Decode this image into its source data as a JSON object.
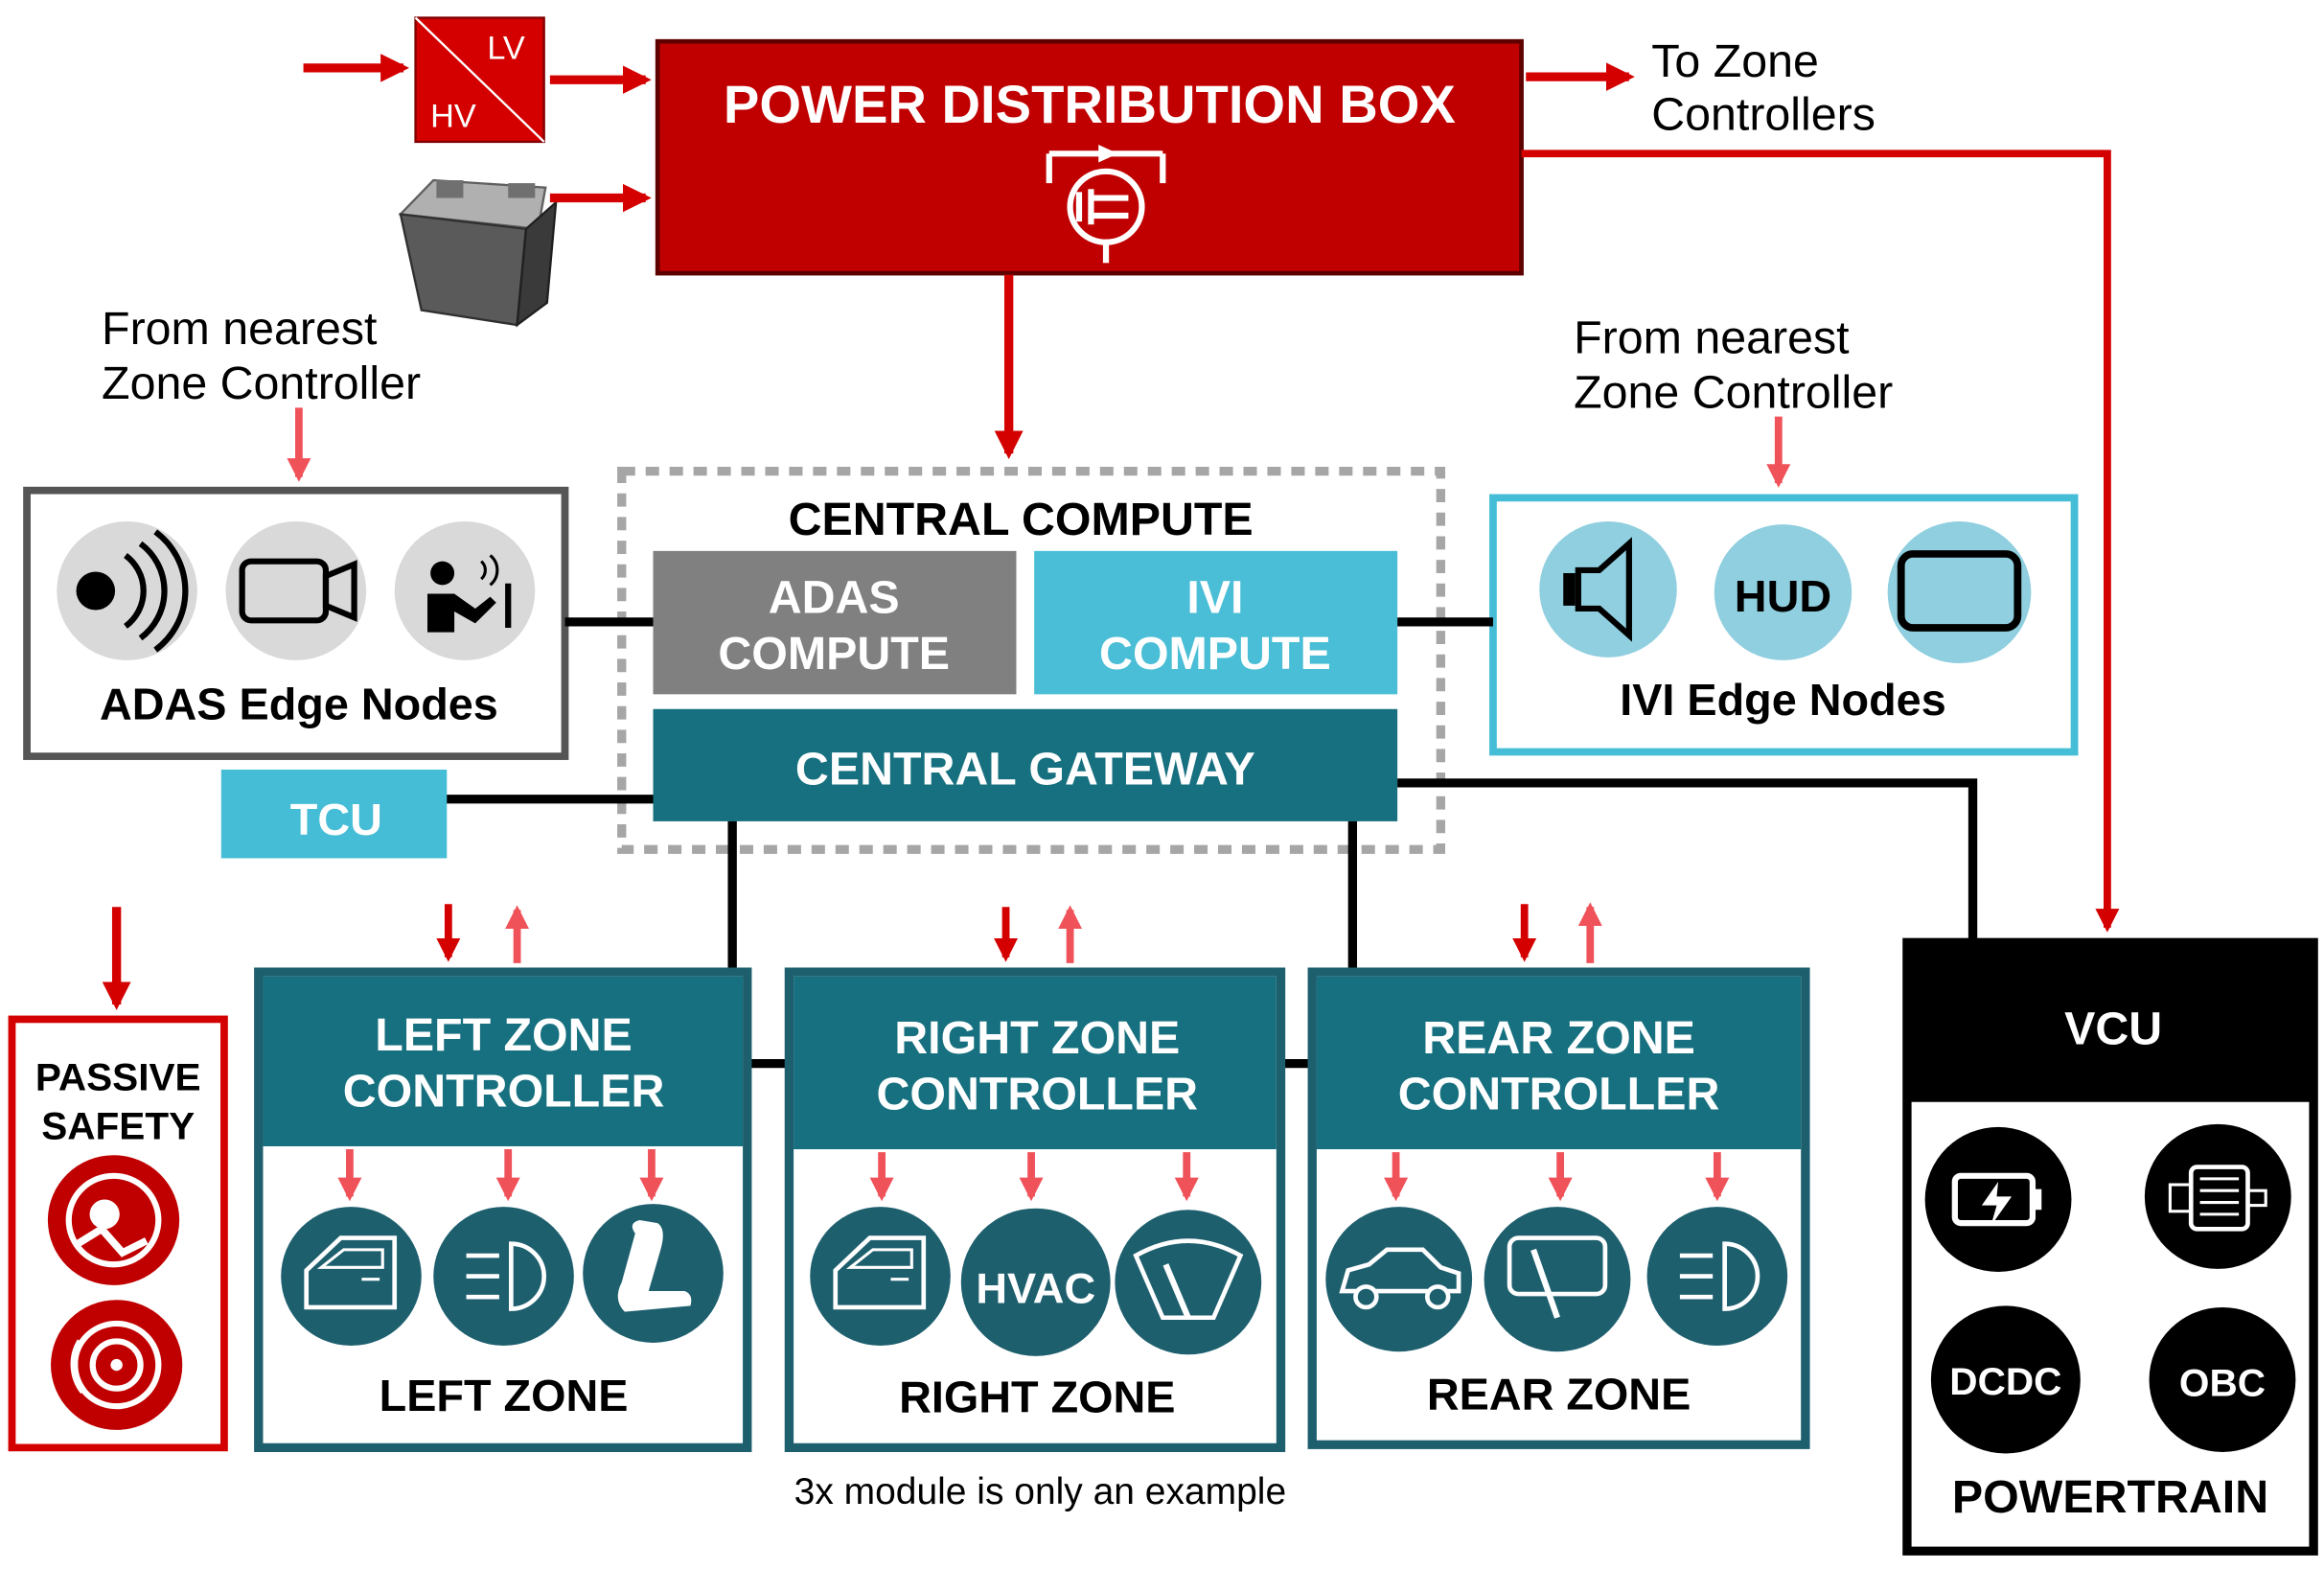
{
  "colors": {
    "red": "#c00000",
    "arrow_red": "#e8474a",
    "teal_dark": "#17707f",
    "teal_icon": "#1e5f6e",
    "cyan": "#45bdd6",
    "cyan_icon": "#8fcfdf",
    "gray": "#808080",
    "black": "#000000"
  },
  "power": {
    "converter_lv": "LV",
    "converter_hv": "HV",
    "title": "POWER DISTRIBUTION BOX",
    "to_zone_line1": "To Zone",
    "to_zone_line2": "Controllers"
  },
  "adas_edge": {
    "from_line1": "From nearest",
    "from_line2": "Zone Controller",
    "label": "ADAS  Edge Nodes",
    "icons": [
      "radar-icon",
      "camera-icon",
      "driver-monitoring-icon"
    ]
  },
  "ivi_edge": {
    "from_line1": "From nearest",
    "from_line2": "Zone Controller",
    "label": "IVI Edge Nodes",
    "hud": "HUD",
    "icons": [
      "speaker-icon",
      "hud-icon",
      "display-icon"
    ]
  },
  "central": {
    "title": "CENTRAL  COMPUTE",
    "adas_line1": "ADAS",
    "adas_line2": "COMPUTE",
    "ivi_line1": "IVI",
    "ivi_line2": "COMPUTE",
    "gateway": "CENTRAL  GATEWAY"
  },
  "tcu": "TCU",
  "passive": {
    "line1": "PASSIVE",
    "line2": "SAFETY",
    "icons": [
      "airbag-icon",
      "brake-icon"
    ]
  },
  "zones": [
    {
      "title1": "LEFT ZONE",
      "title2": "CONTROLLER",
      "label": "LEFT ZONE",
      "icons": [
        "door-icon",
        "headlight-icon",
        "seat-icon"
      ]
    },
    {
      "title1": "RIGHT ZONE",
      "title2": "CONTROLLER",
      "label": "RIGHT ZONE",
      "hvac": "HVAC",
      "icons": [
        "door-icon",
        "hvac-icon",
        "wiper-icon"
      ]
    },
    {
      "title1": "REAR ZONE",
      "title2": "CONTROLLER",
      "label": "REAR ZONE",
      "icons": [
        "car-icon",
        "rear-wiper-icon",
        "headlight-icon"
      ]
    }
  ],
  "footnote": "3x module is only an example",
  "vcu": {
    "title": "VCU",
    "dcdc": "DCDC",
    "obc": "OBC",
    "label": "POWERTRAIN",
    "icons": [
      "battery-charge-icon",
      "motor-icon",
      "dcdc-icon",
      "obc-icon"
    ]
  }
}
